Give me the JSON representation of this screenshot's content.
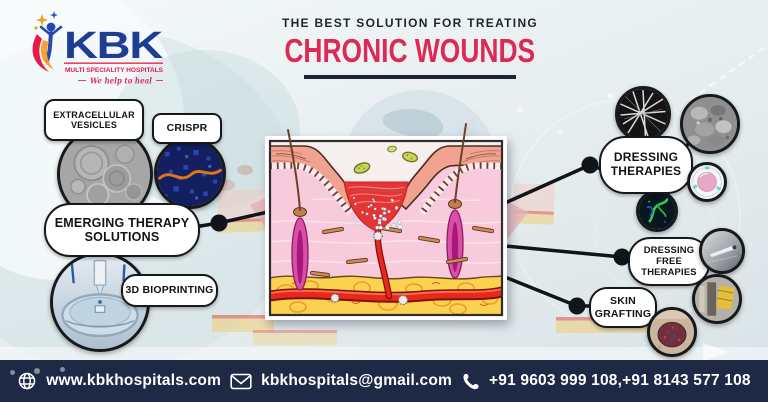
{
  "brand": {
    "name": "KBK",
    "tagline": "MULTI SPECIALITY HOSPITALS",
    "slogan": "We help to heal",
    "blue": "#1d3e92",
    "red": "#e8194b",
    "slogan_pink": "#d6336c"
  },
  "header": {
    "subtitle": "THE BEST SOLUTION FOR TREATING",
    "title": "CHRONIC WOUNDS",
    "title_color": "#dc2a55",
    "ink_color": "#1b2533"
  },
  "labels": {
    "extracellular_vesicles": {
      "line1": "EXTRACELLULAR",
      "line2": "VESICLES"
    },
    "crispr": {
      "line1": "CRISPR"
    },
    "emerging": {
      "line1": "EMERGING THERAPY",
      "line2": "SOLUTIONS"
    },
    "bioprinting": {
      "line1": "3D BIOPRINTING"
    },
    "dressing": {
      "line1": "DRESSING",
      "line2": "THERAPIES"
    },
    "dressing_free": {
      "line1": "DRESSING FREE",
      "line2": "THERAPIES"
    },
    "skin_grafting": {
      "line1": "SKIN",
      "line2": "GRAFTING"
    }
  },
  "illustration": {
    "subject": "cross-section of skin with chronic wound, bacteria, hair follicles, fat layer and blood vessels"
  },
  "footer": {
    "website": "www.kbkhospitals.com",
    "email": "kbkhospitals@gmail.com",
    "phones": "+91 9603 999 108,+91 8143 577 108",
    "bg": "#1e2a45"
  }
}
